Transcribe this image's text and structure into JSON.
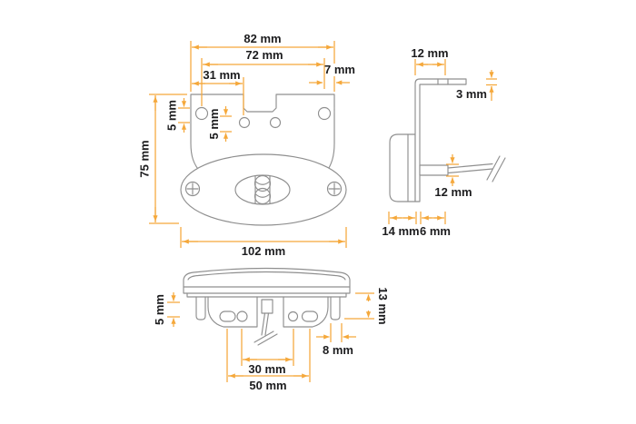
{
  "diagram": {
    "unit": "mm",
    "colors": {
      "dimension_accent": "#F5A83B",
      "drawing_line": "#8F8F8F",
      "label_text": "#1C1C1E",
      "background": "#FFFFFF"
    },
    "views": {
      "front": {
        "dimensions": {
          "top_width": "82 mm",
          "hole_spacing": "72 mm",
          "edge_offset": "7 mm",
          "left_hole_offset": "31 mm",
          "outer_hole_offset": "5 mm",
          "inner_hole_offset": "5 mm",
          "overall_height": "75 mm",
          "body_width": "102 mm"
        }
      },
      "side": {
        "dimensions": {
          "flange_width": "12 mm",
          "flange_thickness": "3 mm",
          "grommet_height": "12 mm",
          "body_depth": "14 mm",
          "bracket_offset": "6 mm"
        }
      },
      "bottom": {
        "dimensions": {
          "tab_height": "5 mm",
          "base_height": "13 mm",
          "tab_width": "8 mm",
          "hole_spacing": "30 mm",
          "slot_spacing": "50 mm"
        }
      }
    }
  }
}
